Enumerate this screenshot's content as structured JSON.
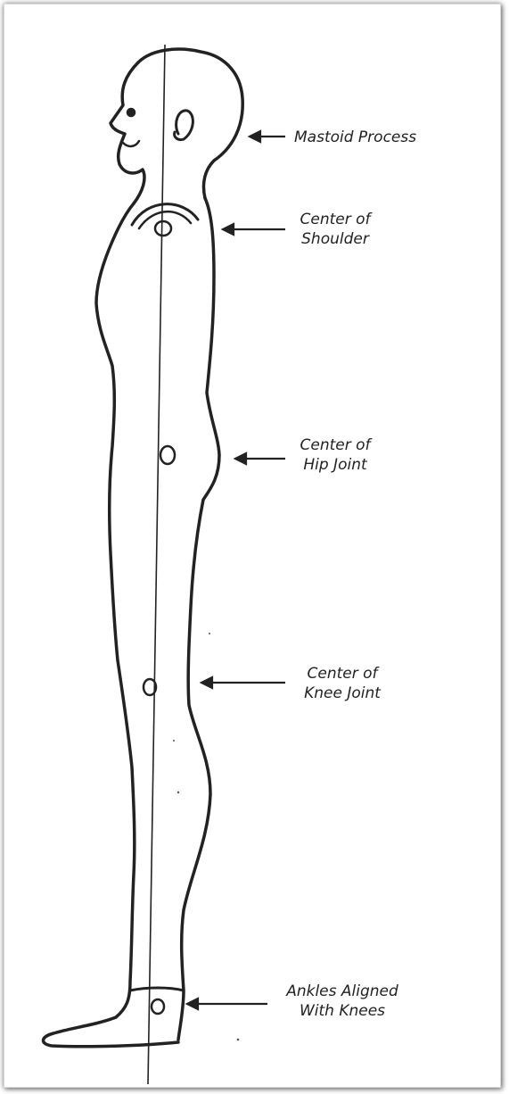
{
  "landmarks": [
    {
      "id": "mastoid",
      "lines": [
        "Mastoid Process"
      ]
    },
    {
      "id": "shoulder",
      "lines": [
        "Center of",
        "Shoulder"
      ]
    },
    {
      "id": "hip",
      "lines": [
        "Center of",
        "Hip Joint"
      ]
    },
    {
      "id": "knee",
      "lines": [
        "Center of",
        "Knee Joint"
      ]
    },
    {
      "id": "ankle",
      "lines": [
        "Ankles Aligned",
        "With Knees"
      ]
    }
  ],
  "colors": {
    "ink": "#222222",
    "paper": "#ffffff"
  }
}
